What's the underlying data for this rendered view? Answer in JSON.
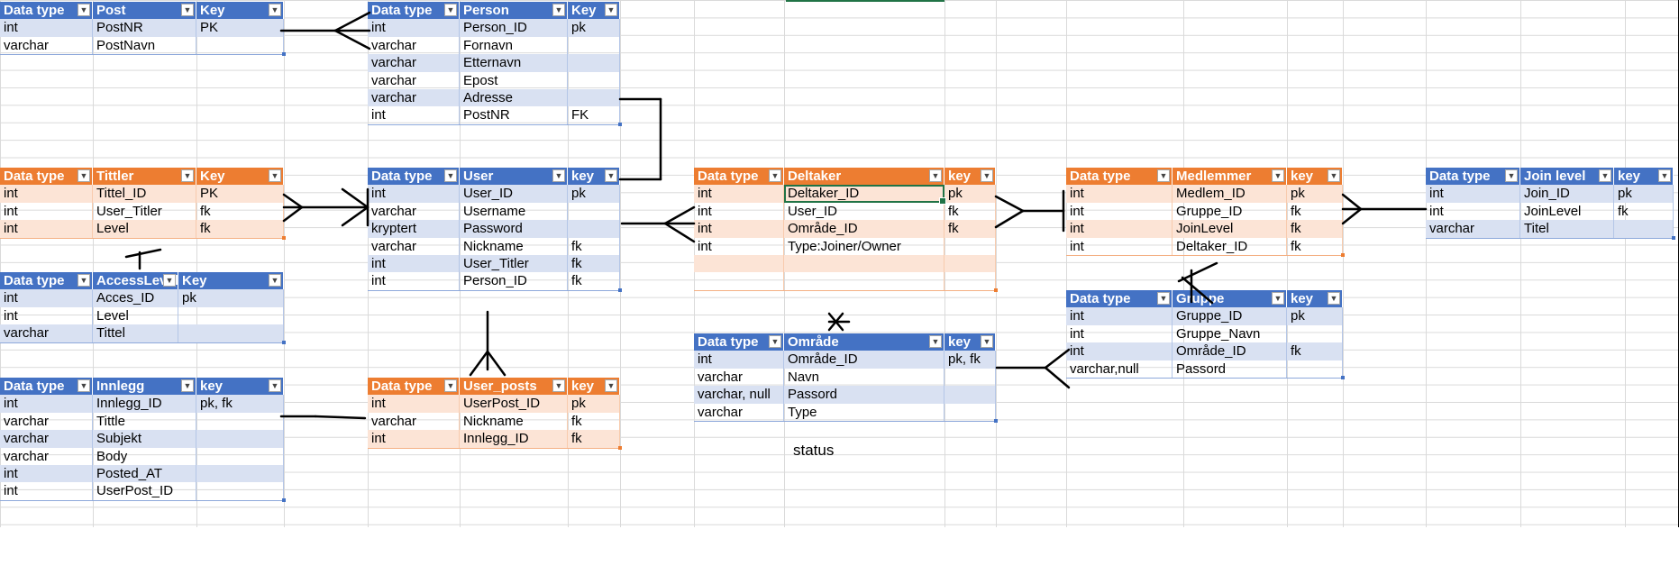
{
  "headers": {
    "data_type": "Data type",
    "key_upper": "Key",
    "key_lower": "key"
  },
  "free_text": "status",
  "dropdown_glyph": "▼",
  "colors": {
    "blue_header": "#4472c4",
    "orange_header": "#ed7d31",
    "blue_band": "#d9e1f2",
    "orange_band": "#fce4d6"
  },
  "tables": {
    "post": {
      "name": "Post",
      "key_header": "Key",
      "rows": [
        [
          "int",
          "PostNR",
          "PK"
        ],
        [
          "varchar",
          "PostNavn",
          ""
        ]
      ]
    },
    "person": {
      "name": "Person",
      "key_header": "Key",
      "rows": [
        [
          "int",
          "Person_ID",
          "pk"
        ],
        [
          "varchar",
          "Fornavn",
          ""
        ],
        [
          "varchar",
          "Etternavn",
          ""
        ],
        [
          "varchar",
          "Epost",
          ""
        ],
        [
          "varchar",
          "Adresse",
          ""
        ],
        [
          "int",
          "PostNR",
          "FK"
        ]
      ]
    },
    "tittler": {
      "name": "Tittler",
      "key_header": "Key",
      "rows": [
        [
          "int",
          "Tittel_ID",
          "PK"
        ],
        [
          "int",
          "User_Titler",
          "fk"
        ],
        [
          "int",
          "Level",
          "fk"
        ]
      ]
    },
    "user": {
      "name": "User",
      "key_header": "key",
      "rows": [
        [
          "int",
          "User_ID",
          "pk"
        ],
        [
          "varchar",
          "Username",
          ""
        ],
        [
          "kryptert",
          "Password",
          ""
        ],
        [
          "varchar",
          "Nickname",
          "fk"
        ],
        [
          "int",
          "User_Titler",
          "fk"
        ],
        [
          "int",
          "Person_ID",
          "fk"
        ]
      ]
    },
    "deltaker": {
      "name": "Deltaker",
      "key_header": "key",
      "rows": [
        [
          "int",
          "Deltaker_ID",
          "pk"
        ],
        [
          "int",
          "User_ID",
          "fk"
        ],
        [
          "int",
          "Område_ID",
          "fk"
        ],
        [
          "int",
          "Type:Joiner/Owner",
          ""
        ],
        [
          "",
          "",
          ""
        ],
        [
          "",
          "",
          ""
        ]
      ]
    },
    "medlemmer": {
      "name": "Medlemmer",
      "key_header": "key",
      "rows": [
        [
          "int",
          "Medlem_ID",
          "pk"
        ],
        [
          "int",
          "Gruppe_ID",
          "fk"
        ],
        [
          "int",
          "JoinLevel",
          "fk"
        ],
        [
          "int",
          "Deltaker_ID",
          "fk"
        ]
      ]
    },
    "join_level": {
      "name": "Join level",
      "key_header": "key",
      "rows": [
        [
          "int",
          "Join_ID",
          "pk"
        ],
        [
          "int",
          "JoinLevel",
          "fk"
        ],
        [
          "varchar",
          "Titel",
          ""
        ]
      ]
    },
    "access_level": {
      "name": "AccessLevel",
      "key_header": "Key",
      "rows": [
        [
          "int",
          "Acces_ID",
          "pk"
        ],
        [
          "int",
          "Level",
          ""
        ],
        [
          "varchar",
          "Tittel",
          ""
        ]
      ]
    },
    "gruppe": {
      "name": "Gruppe",
      "key_header": "key",
      "rows": [
        [
          "int",
          "Gruppe_ID",
          "pk"
        ],
        [
          "int",
          "Gruppe_Navn",
          ""
        ],
        [
          "int",
          "Område_ID",
          "fk"
        ],
        [
          "varchar,null",
          "Passord",
          ""
        ]
      ]
    },
    "omrade": {
      "name": "Område",
      "key_header": "key",
      "rows": [
        [
          "int",
          "Område_ID",
          "pk, fk"
        ],
        [
          "varchar",
          "Navn",
          ""
        ],
        [
          "varchar, null",
          "Passord",
          ""
        ],
        [
          "varchar",
          "Type",
          ""
        ]
      ]
    },
    "innlegg": {
      "name": "Innlegg",
      "key_header": "key",
      "rows": [
        [
          "int",
          "Innlegg_ID",
          "pk, fk"
        ],
        [
          "varchar",
          "Tittle",
          ""
        ],
        [
          "varchar",
          "Subjekt",
          ""
        ],
        [
          "varchar",
          "Body",
          ""
        ],
        [
          "int",
          "Posted_AT",
          ""
        ],
        [
          "int",
          "UserPost_ID",
          ""
        ]
      ]
    },
    "user_posts": {
      "name": "User_posts",
      "key_header": "key",
      "rows": [
        [
          "int",
          "UserPost_ID",
          "pk"
        ],
        [
          "varchar",
          "Nickname",
          "fk"
        ],
        [
          "int",
          "Innlegg_ID",
          "fk"
        ]
      ]
    }
  }
}
